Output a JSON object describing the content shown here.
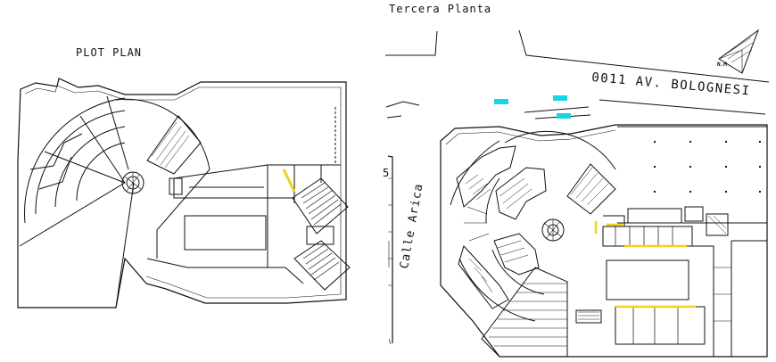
{
  "labels": {
    "plot_plan": "PLOT PLAN",
    "tercera_planta": "Tercera Planta",
    "street_name": "0011 AV. BOLOGNESI",
    "side_street": "Calle Arica",
    "block_number": "5",
    "north_marker": "N.M"
  },
  "colors": {
    "line": "#111111",
    "highlight": "#f2d21a",
    "marker": "#19d3e6"
  }
}
